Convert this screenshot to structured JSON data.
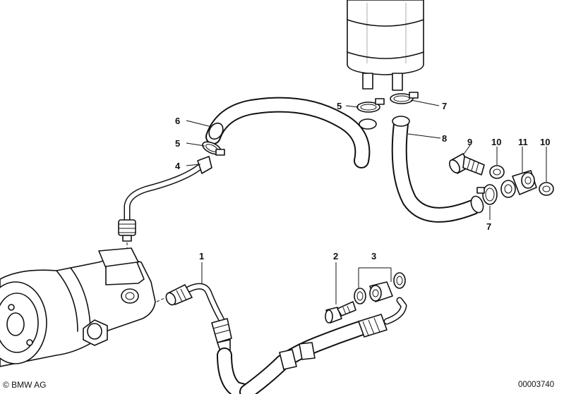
{
  "callouts": {
    "c1": "1",
    "c2": "2",
    "c3": "3",
    "c4": "4",
    "c5a": "5",
    "c5b": "5",
    "c6": "6",
    "c7a": "7",
    "c7b": "7",
    "c8": "8",
    "c9": "9",
    "c10a": "10",
    "c10b": "10",
    "c11": "11"
  },
  "footer": {
    "copyright": "© BMW AG",
    "doc_number": "00003740"
  }
}
